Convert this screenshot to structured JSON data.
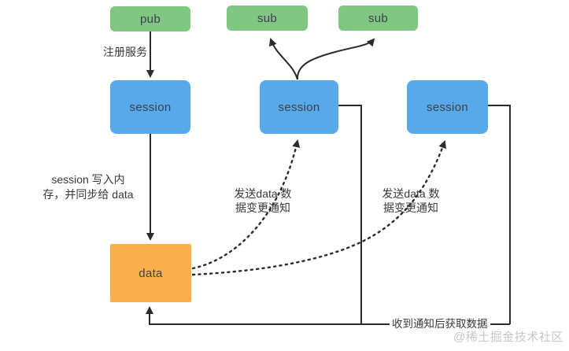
{
  "diagram": {
    "nodes": {
      "pub": {
        "label": "pub"
      },
      "sub1": {
        "label": "sub"
      },
      "sub2": {
        "label": "sub"
      },
      "session1": {
        "label": "session"
      },
      "session2": {
        "label": "session"
      },
      "session3": {
        "label": "session"
      },
      "data": {
        "label": "data"
      }
    },
    "edge_labels": {
      "register": "注册服务",
      "write_memory": {
        "line1": "session 写入内",
        "line2": "存，并同步给 data"
      },
      "notify1": {
        "line1": "发送data 数",
        "line2": "据变更通知"
      },
      "notify2": {
        "line1": "发送data 数",
        "line2": "据变更通知"
      },
      "fetch": "收到通知后获取数据"
    },
    "watermark": "@稀土掘金技术社区",
    "colors": {
      "pub_sub": "#7fc782",
      "session": "#58a9ea",
      "data": "#f9b04c",
      "line": "#2b2b2b",
      "node_text": "#3c4148",
      "label_text": "#36393d",
      "watermark": "#c7c7c7"
    }
  }
}
